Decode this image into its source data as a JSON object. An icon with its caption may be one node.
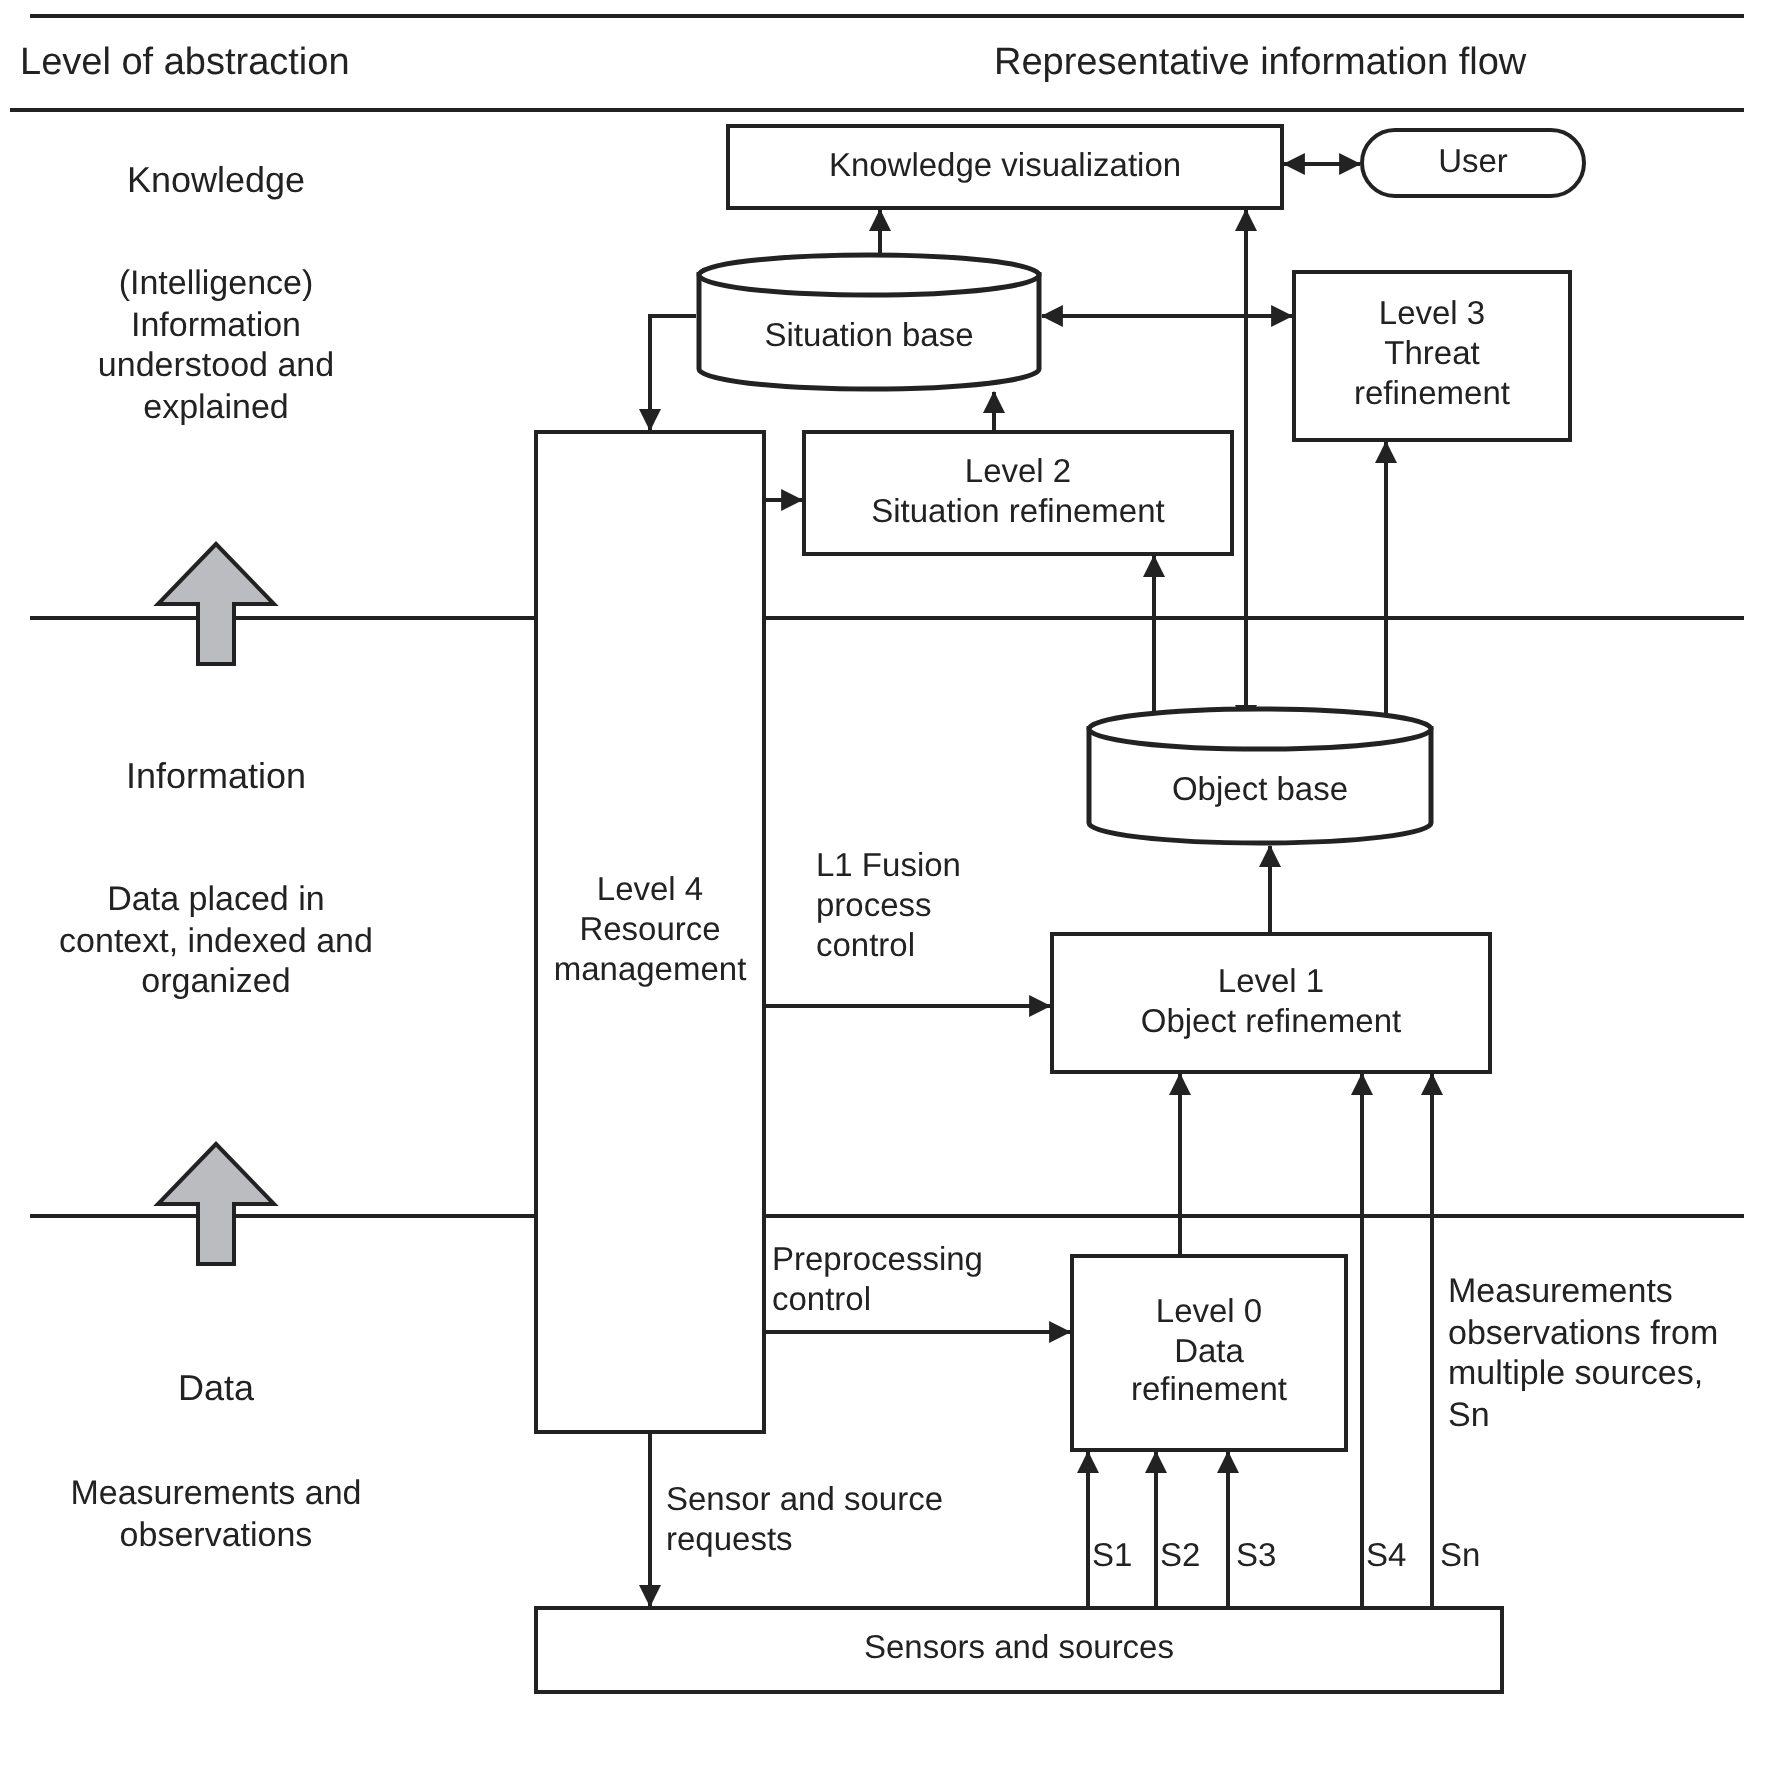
{
  "diagram": {
    "nodes": [
      {
        "text": [
          "Knowledge visualization"
        ]
      },
      {
        "text": [
          "User"
        ]
      },
      {
        "text": [
          "Situation base"
        ]
      },
      {
        "text": [
          "Level 3",
          "Threat refinement"
        ]
      },
      {
        "text": [
          "Level 2",
          "Situation refinement"
        ]
      },
      {
        "text": [
          "Level 4",
          "Resource management"
        ]
      },
      {
        "text": [
          "Object base"
        ]
      },
      {
        "text": [
          "Level 1",
          "Object refinement"
        ]
      },
      {
        "text": [
          "Level 0",
          "Data refinement"
        ]
      },
      {
        "text": [
          "Sensors and sources"
        ]
      }
    ],
    "edges": [
      {
        "from": 0,
        "to": 1,
        "arrow": "both"
      },
      {
        "from": 2,
        "to": 0,
        "arrow": "to"
      },
      {
        "from": 2,
        "to": 5,
        "arrow": "to"
      },
      {
        "from": 2,
        "to": 3,
        "arrow": "both"
      },
      {
        "from": 4,
        "to": 2,
        "arrow": "to"
      },
      {
        "from": 5,
        "to": 4,
        "arrow": "to"
      },
      {
        "from": 0,
        "to": 6,
        "arrow": "both"
      },
      {
        "from": 6,
        "to": 4,
        "arrow": "to"
      },
      {
        "from": 6,
        "to": 3,
        "arrow": "to"
      },
      {
        "from": 7,
        "to": 6,
        "arrow": "to"
      },
      {
        "from": 5,
        "to": 7,
        "arrow": "to",
        "label": "L1 Fusion process control"
      },
      {
        "from": 8,
        "to": 7,
        "arrow": "to"
      },
      {
        "from": 5,
        "to": 8,
        "arrow": "to",
        "label": "Preprocessing control"
      },
      {
        "from": 5,
        "to": 9,
        "arrow": "to",
        "label": "Sensor and source requests"
      },
      {
        "from": 9,
        "to": 8,
        "arrow": "to",
        "label": "S1"
      },
      {
        "from": 9,
        "to": 8,
        "arrow": "to",
        "label": "S2"
      },
      {
        "from": 9,
        "to": 8,
        "arrow": "to",
        "label": "S3"
      },
      {
        "from": 9,
        "to": 7,
        "arrow": "to",
        "label": "S4"
      },
      {
        "from": 9,
        "to": 7,
        "arrow": "to",
        "label": "Sn"
      }
    ],
    "labels": [
      "Level of abstraction",
      "Representative information flow",
      "Knowledge",
      "(Intelligence) Information understood and explained",
      "Information",
      "Data placed in context, indexed and organized",
      "Measurements observations from multiple sources, Sn",
      "Data",
      "Measurements and observations"
    ]
  }
}
